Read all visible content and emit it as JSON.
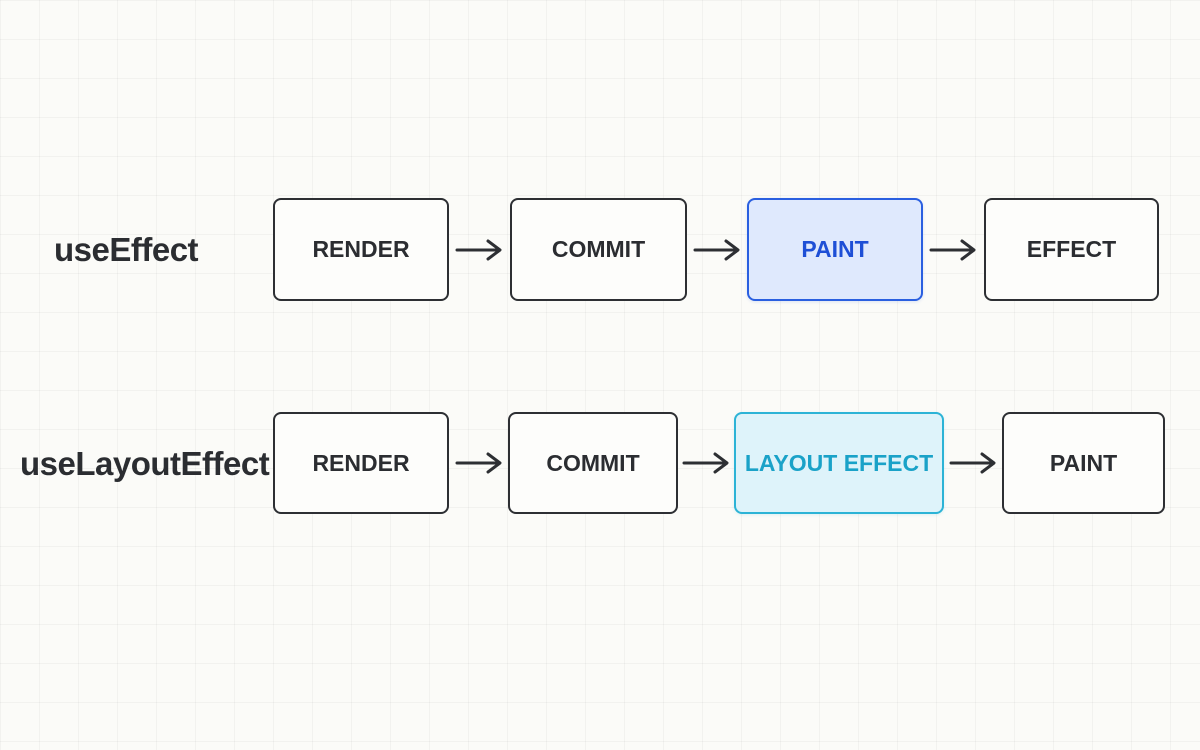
{
  "rows": [
    {
      "label": "useEffect",
      "steps": [
        {
          "label": "RENDER"
        },
        {
          "label": "COMMIT"
        },
        {
          "label": "PAINT",
          "highlight": "blue"
        },
        {
          "label": "EFFECT"
        }
      ]
    },
    {
      "label": "useLayoutEffect",
      "steps": [
        {
          "label": "RENDER"
        },
        {
          "label": "COMMIT"
        },
        {
          "label": "LAYOUT EFFECT",
          "highlight": "cyan"
        },
        {
          "label": "PAINT"
        }
      ]
    }
  ],
  "colors": {
    "highlight_blue": "#2a5fe0",
    "highlight_cyan": "#2cb3d6",
    "box_border": "#2d2f33"
  }
}
